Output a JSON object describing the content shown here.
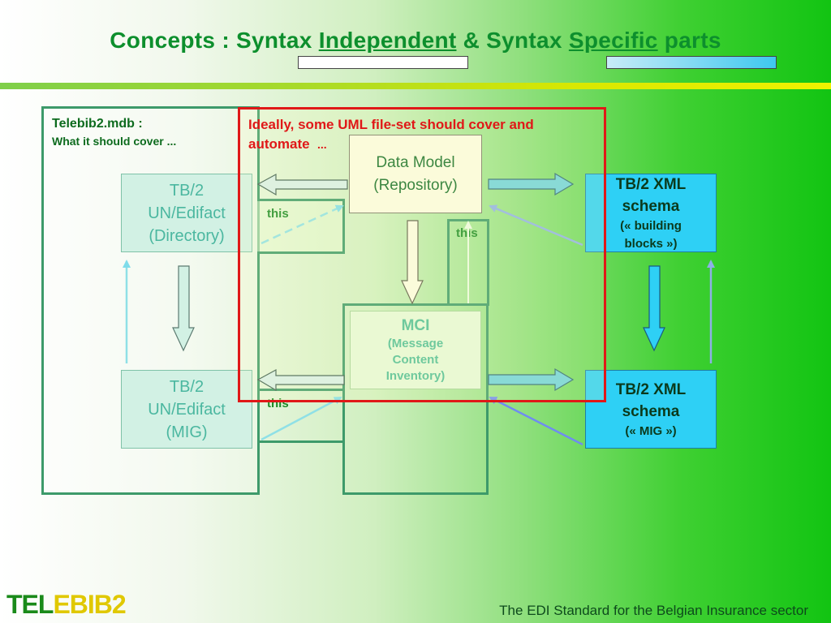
{
  "title": {
    "part1": "Concepts : Syntax ",
    "part2": "Independent",
    "part3": " & Syntax ",
    "part4": "Specific",
    "part5": " parts"
  },
  "left_panel": {
    "heading": "Telebib2.mdb :",
    "subheading": "What it should cover ..."
  },
  "red_note": {
    "line1": "Ideally, some UML file-set should cover and",
    "line2": "automate",
    "ellipsis": "..."
  },
  "boxes": {
    "directory": {
      "line1": "TB/2",
      "line2": "UN/Edifact",
      "line3": "(Directory)"
    },
    "mig": {
      "line1": "TB/2",
      "line2": "UN/Edifact",
      "line3": "(MIG)"
    },
    "data_model": {
      "line1": "Data Model",
      "line2": "(Repository)"
    },
    "mci": {
      "line1": "MCI",
      "line2": "(Message",
      "line3": "Content",
      "line4": "Inventory)"
    },
    "xml_blocks": {
      "line1": "TB/2 XML",
      "line2": "schema",
      "line3": "(« building",
      "line4": "blocks »)"
    },
    "xml_mig": {
      "line1": "TB/2 XML",
      "line2": "schema",
      "line3": "(« MIG »)"
    }
  },
  "this_labels": [
    "this",
    "this",
    "this"
  ],
  "footer": {
    "logo_a": "TEL",
    "logo_b": "EBIB",
    "logo_c": "2",
    "tagline": "The EDI Standard for the Belgian Insurance sector"
  },
  "colors": {
    "title": "#0d8f2d",
    "red_frame": "#e01818",
    "panel_border": "#3d9a6a",
    "xml_box": "#2ed0f5",
    "tb_box": "#d2f1e4"
  }
}
